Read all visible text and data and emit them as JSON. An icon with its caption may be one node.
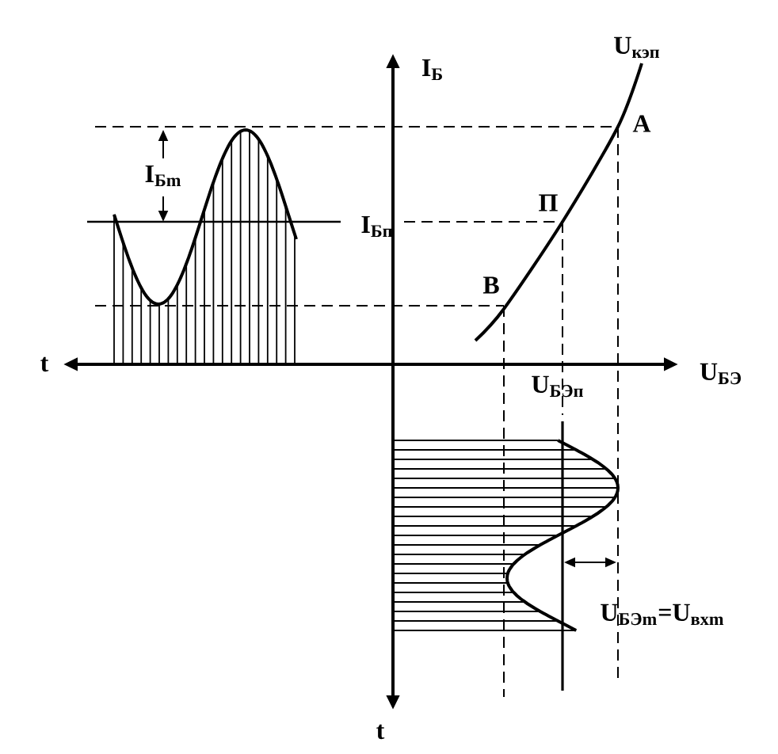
{
  "diagram": {
    "labels": [
      "U$_{кэп}$",
      "I$_{Б}$",
      "A",
      "I$_{Бm}$",
      "П",
      "I$_{Бп}$",
      "B",
      "t",
      "U$_{БЭ}$",
      "U$_{БЭп}$",
      "U$_{БЭm}$=U$_{вхm}$",
      "t"
    ]
  }
}
